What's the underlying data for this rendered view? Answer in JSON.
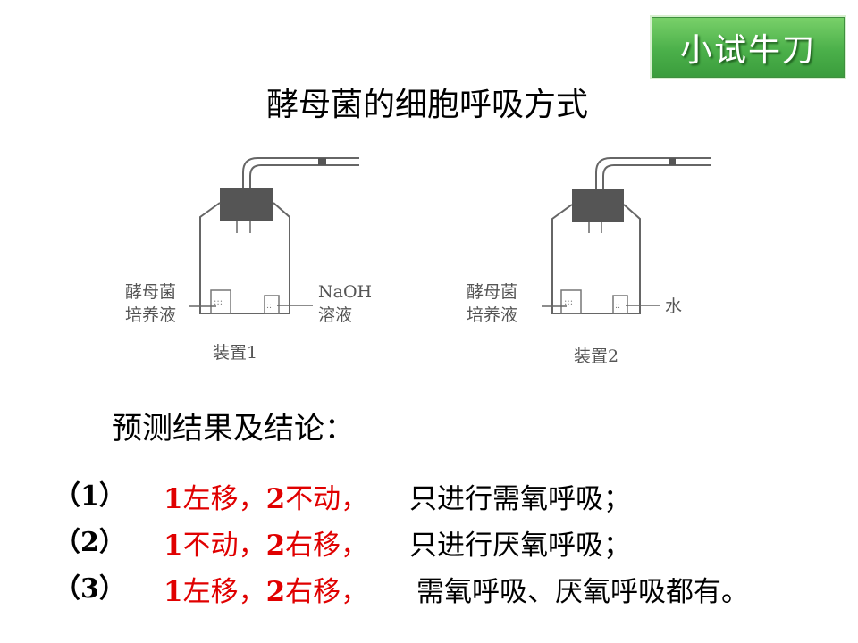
{
  "badge": {
    "label": "小试牛刀"
  },
  "title": "酵母菌的细胞呼吸方式",
  "diagram": {
    "device1": {
      "left_label_1": "酵母菌",
      "left_label_2": "培养液",
      "right_label_1": "NaOH",
      "right_label_2": "溶液",
      "caption": "装置1"
    },
    "device2": {
      "left_label_1": "酵母菌",
      "left_label_2": "培养液",
      "right_label": "水",
      "caption": "装置2"
    }
  },
  "prediction_heading": "预测结果及结论：",
  "results": [
    {
      "index": "（1）",
      "n1": "1",
      "t1": "左移，",
      "n2": "2",
      "t2": "不动，",
      "conclusion": "只进行需氧呼吸；"
    },
    {
      "index": "（2）",
      "n1": "1",
      "t1": "不动，",
      "n2": "2",
      "t2": "右移，",
      "conclusion": "只进行厌氧呼吸；"
    },
    {
      "index": "（3）",
      "n1": "1",
      "t1": "左移，",
      "n2": "2",
      "t2": "右移，",
      "conclusion": "需氧呼吸、厌氧呼吸都有。"
    }
  ],
  "colors": {
    "result_red": "#e00000",
    "badge_green": "#4bb04a"
  }
}
